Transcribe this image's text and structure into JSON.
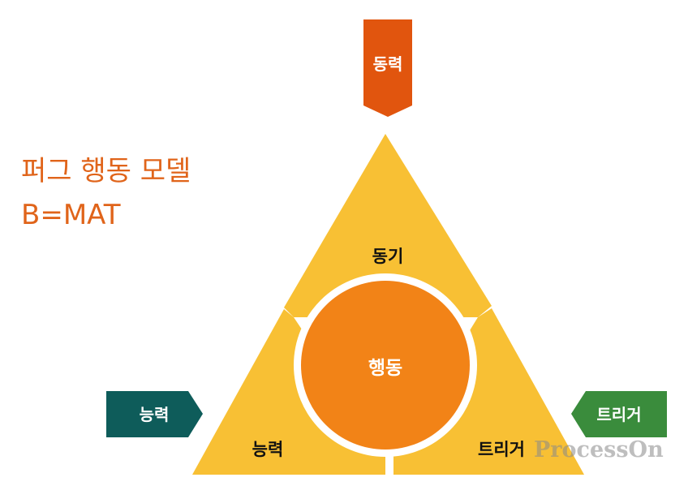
{
  "title": {
    "line1": "퍼그 행동 모델",
    "line2": "B=MAT"
  },
  "arrows": {
    "top": "동력",
    "left": "능력",
    "right": "트리거"
  },
  "segments": {
    "top": "동기",
    "left": "능력",
    "right": "트리거"
  },
  "center": "행동",
  "watermark": "ProcessOn",
  "colors": {
    "triangle": "#F8C034",
    "circle": "#F28317",
    "top_arrow": "#E1550E",
    "left_arrow": "#0E5C5A",
    "right_arrow": "#3A8C3C",
    "title_text": "#E0641A"
  }
}
